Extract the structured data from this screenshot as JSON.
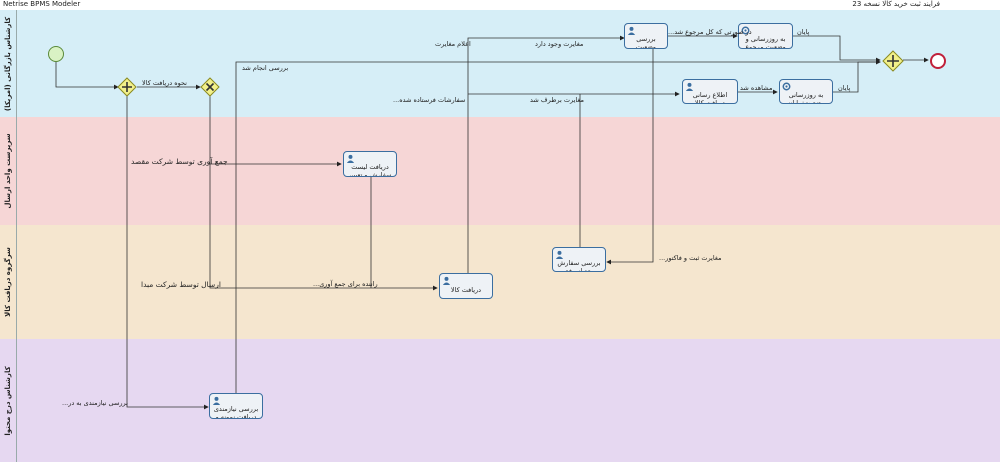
{
  "app": {
    "title": "Netrise BPMS Modeler",
    "process_title": "فرایند ثبت خرید کالا  نسخه 23"
  },
  "lanes": [
    {
      "label": "کارشناس بازرگانی (امریکا)"
    },
    {
      "label": "سرپرست واحد ارسال"
    },
    {
      "label": "سرگروه دریافت کالا"
    },
    {
      "label": "کارشناس درج محتوا"
    }
  ],
  "tasks": {
    "review_mismatch": "بررسی وضعیت مغایرت و درج فوری نیاز الصاق فاکتور جدید",
    "update_return": "به روزرسانی و وضعیت مرجوع پایان",
    "notify_receipt": "اطلاع رسانی دریافت کالا",
    "update_status": "به روزرسانی وضعیت: پایان",
    "receive_list": "دریافت لیست سفارش و تعیین راننده",
    "receive_goods": "دریافت کالا",
    "review_order": "بررسی سفارش بعد از رفع مغایرت",
    "review_needs": "بررسی نیازمندی دریافت نمونه و درج محتوا"
  },
  "labels": {
    "receipt_goods": "نحوه دریافت کالا",
    "review_done": "بررسی انجام شد",
    "notify_mismatch": "اعلام مغایرت",
    "mismatch_exists": "مغایرت وجود دارد",
    "refer_return": "در صورتی که کل مرجوع شد...",
    "end1": "پایان",
    "orders_sent": "سفارشات فرستاده شده...",
    "mismatch_fixed": "مغایرت برطرف شد",
    "observed": "مشاهده شد",
    "end2": "پایان",
    "collect_dest": "جمع آوری توسط شرکت مقصد",
    "mismatch_invoice": "مغایرت ثبت و فاکتور...",
    "send_origin": "ارسال توسط شرکت مبدا",
    "driver_collect": "راننده برای جمع آوری...",
    "review_needs_flow": "بررسی نیازمندی به در..."
  },
  "colors": {
    "lane1": "#d6eef7",
    "lane2": "#f6d6d6",
    "lane3": "#f5e6cf",
    "lane4": "#e6d8f1",
    "task_border": "#3b6ea0",
    "gateway": "#f2f08a",
    "start_event": "#d9f2c4",
    "end_event": "#c0203a"
  }
}
